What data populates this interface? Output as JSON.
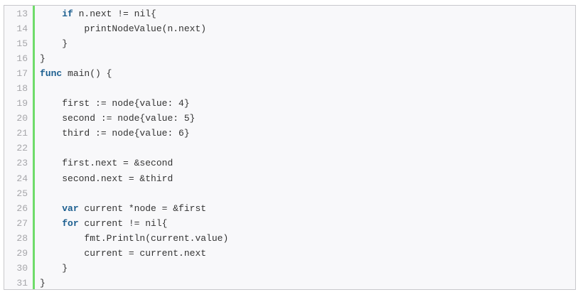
{
  "colors": {
    "keyword": "#1b5e8f",
    "gutter_bar": "#6fdc6a",
    "line_number": "#a6a6aa",
    "text": "#333333"
  },
  "lines": [
    {
      "n": "13",
      "indent": "    ",
      "kw": "if",
      "rest": " n.next != nil{"
    },
    {
      "n": "14",
      "indent": "        ",
      "kw": "",
      "rest": "printNodeValue(n.next)"
    },
    {
      "n": "15",
      "indent": "    ",
      "kw": "",
      "rest": "}"
    },
    {
      "n": "16",
      "indent": "",
      "kw": "",
      "rest": "}"
    },
    {
      "n": "17",
      "indent": "",
      "kw": "func",
      "rest": " main() {"
    },
    {
      "n": "18",
      "indent": "",
      "kw": "",
      "rest": ""
    },
    {
      "n": "19",
      "indent": "    ",
      "kw": "",
      "rest": "first := node{value: 4}"
    },
    {
      "n": "20",
      "indent": "    ",
      "kw": "",
      "rest": "second := node{value: 5}"
    },
    {
      "n": "21",
      "indent": "    ",
      "kw": "",
      "rest": "third := node{value: 6}"
    },
    {
      "n": "22",
      "indent": "",
      "kw": "",
      "rest": ""
    },
    {
      "n": "23",
      "indent": "    ",
      "kw": "",
      "rest": "first.next = &second"
    },
    {
      "n": "24",
      "indent": "    ",
      "kw": "",
      "rest": "second.next = &third"
    },
    {
      "n": "25",
      "indent": "",
      "kw": "",
      "rest": ""
    },
    {
      "n": "26",
      "indent": "    ",
      "kw": "var",
      "rest": " current *node = &first"
    },
    {
      "n": "27",
      "indent": "    ",
      "kw": "for",
      "rest": " current != nil{"
    },
    {
      "n": "28",
      "indent": "        ",
      "kw": "",
      "rest": "fmt.Println(current.value)"
    },
    {
      "n": "29",
      "indent": "        ",
      "kw": "",
      "rest": "current = current.next"
    },
    {
      "n": "30",
      "indent": "    ",
      "kw": "",
      "rest": "}"
    },
    {
      "n": "31",
      "indent": "",
      "kw": "",
      "rest": "}"
    }
  ]
}
